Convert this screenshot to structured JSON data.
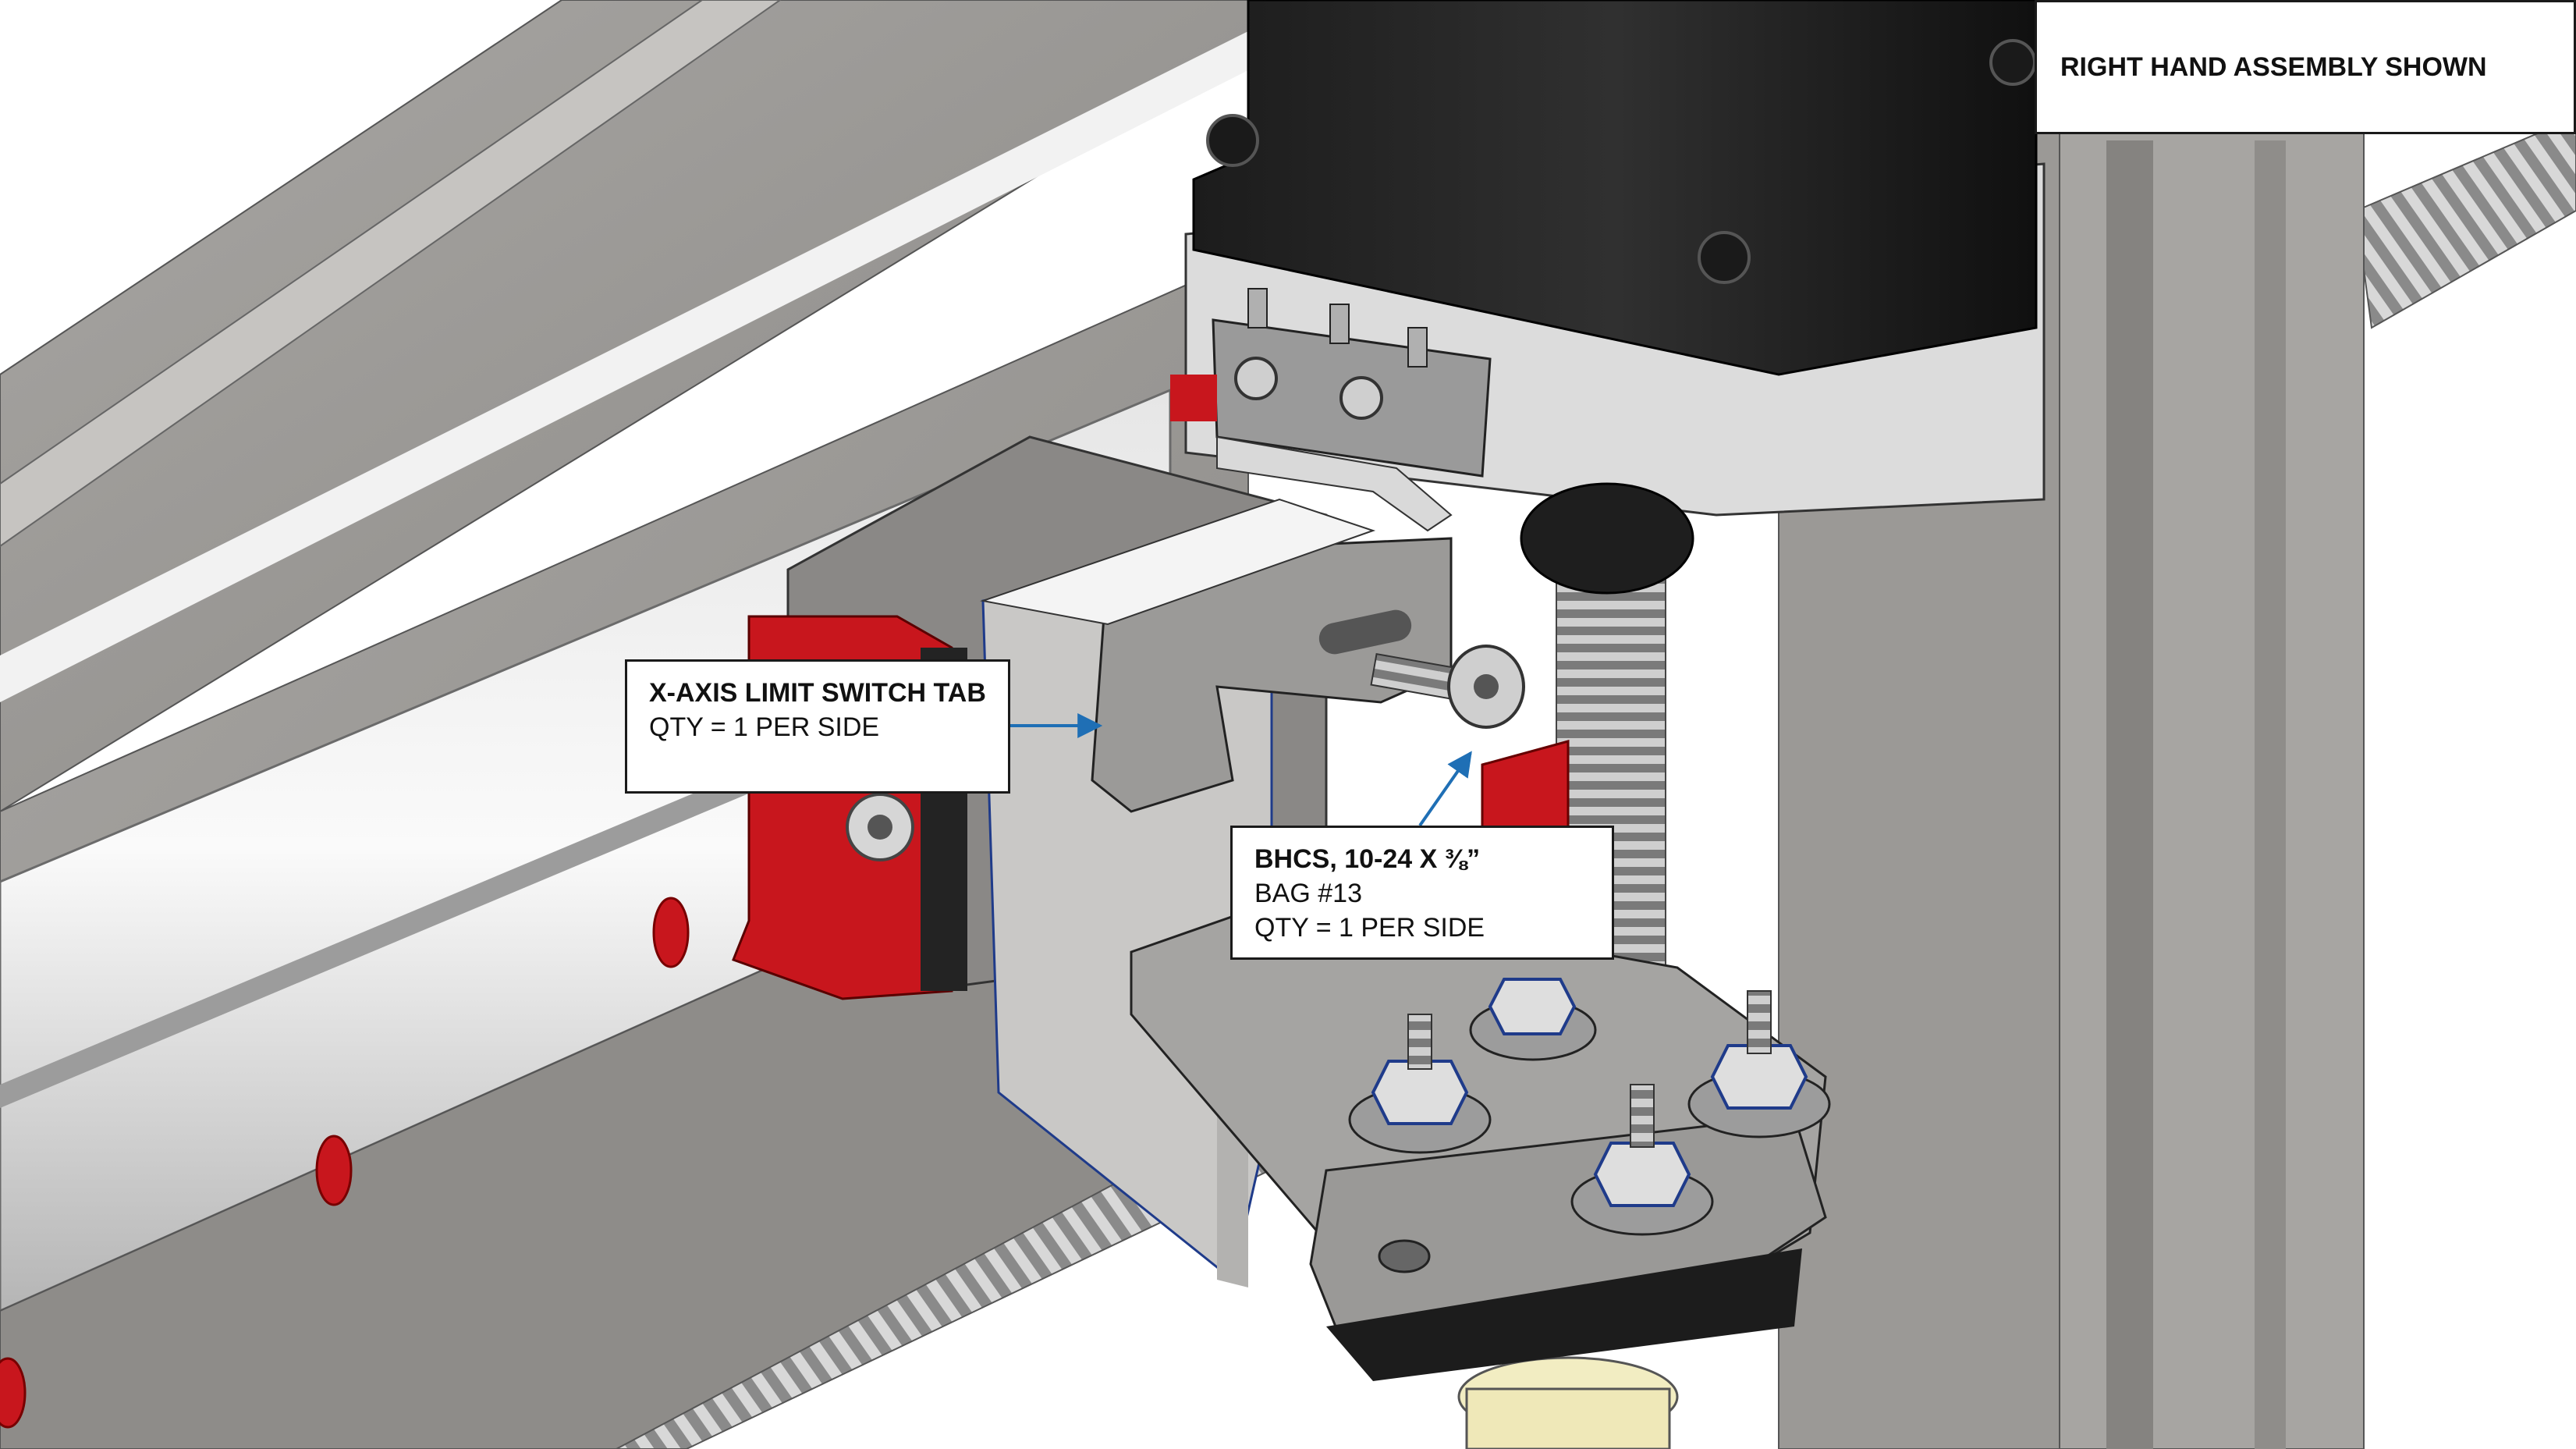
{
  "callouts": {
    "tab": {
      "title": "X-AXIS LIMIT SWITCH TAB",
      "qty": "QTY = 1 PER SIDE"
    },
    "bhcs": {
      "title": "BHCS, 10-24 X ⅜”",
      "bag": "BAG #13",
      "qty": "QTY = 1 PER SIDE"
    },
    "assembly": {
      "title": "RIGHT HAND ASSEMBLY SHOWN"
    }
  },
  "colors": {
    "aluminum": "#9a9895",
    "aluminum_dark": "#7d7b78",
    "rail_steel": "#c9c9c9",
    "carriage_red": "#c8161d",
    "motor_black": "#141414",
    "leader_blue": "#1f6fb5",
    "background": "#ffffff"
  }
}
